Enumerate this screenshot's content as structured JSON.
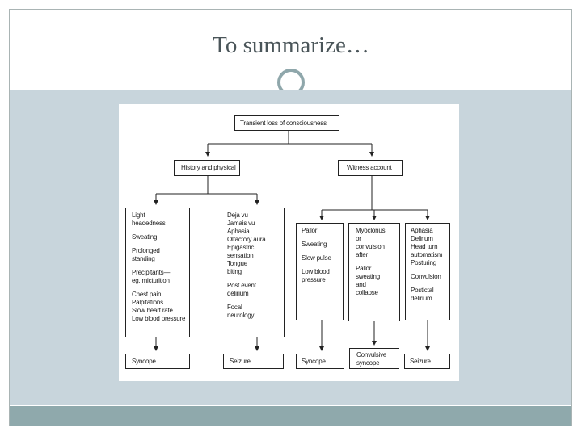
{
  "slide": {
    "title": "To summarize…"
  },
  "diagram": {
    "root": "Transient loss of consciousness",
    "history": "History and physical",
    "witness": "Witness account",
    "hist_syncope_col": {
      "groups": [
        [
          "Light",
          "headedness"
        ],
        [
          "Sweating"
        ],
        [
          "Prolonged",
          "standing"
        ],
        [
          "Precipitants—",
          "eg, micturition"
        ],
        [
          "Chest pain",
          "Palpitations",
          "Slow heart rate",
          "Low blood pressure"
        ]
      ]
    },
    "hist_seizure_col": {
      "groups": [
        [
          "Deja vu",
          "Jamais vu",
          "Aphasia",
          "Olfactory aura",
          "Epigastric",
          "sensation",
          "Tongue",
          "biting"
        ],
        [
          "Post event",
          "delirium"
        ],
        [
          "Focal",
          "neurology"
        ]
      ]
    },
    "wit_syncope_col": {
      "groups": [
        [
          "Pallor"
        ],
        [
          "Sweating"
        ],
        [
          "Slow pulse"
        ],
        [
          "Low blood",
          "pressure"
        ]
      ]
    },
    "wit_convulsive_col": {
      "groups": [
        [
          "Myoclonus",
          "or",
          "convulsion",
          "after"
        ],
        [
          "Pallor",
          "sweating",
          "and",
          "collapse"
        ]
      ]
    },
    "wit_seizure_col": {
      "groups": [
        [
          "Aphasia",
          "Delirium",
          "Head turn",
          "automatism",
          "Posturing"
        ],
        [
          "Convulsion"
        ],
        [
          "Postictal",
          "delirium"
        ]
      ]
    },
    "outcomes": {
      "syncope_1": "Syncope",
      "seizure_1": "Seizure",
      "syncope_2": "Syncope",
      "convulsive": [
        "Convulsive",
        "syncope"
      ],
      "seizure_2": "Seizure"
    }
  }
}
